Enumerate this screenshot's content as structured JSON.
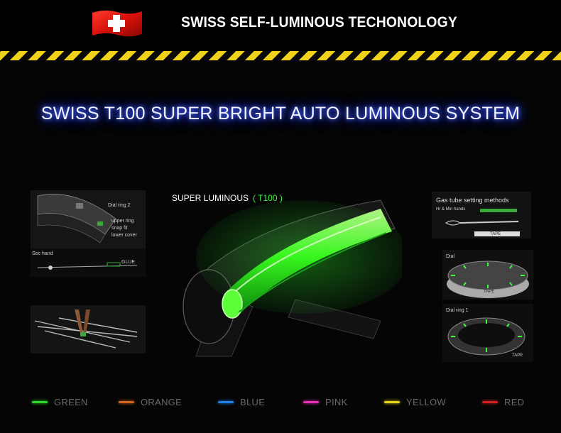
{
  "header": {
    "title": "SWISS SELF-LUMINOUS TECHONOLOGY"
  },
  "banner": {
    "title": "SWISS T100 SUPER BRIGHT AUTO LUMINOUS SYSTEM"
  },
  "center": {
    "caption": "SUPER LUMINOUS",
    "tag": "( T100 )"
  },
  "left_panel_1": {
    "dial_ring": "Dial ring 2",
    "upper_ring": "upper ring",
    "snap_fit": "snap fit",
    "lower_cover": "lower cover"
  },
  "left_panel_2": {
    "sec_hand": "Sec hand",
    "glue": "GLUE"
  },
  "right_panel_1": {
    "title": "Gas tube setting methods",
    "hands": "Hr & Min hands",
    "tape": "TAPE"
  },
  "right_panel_2": {
    "dial": "Dial",
    "tape": "TAPE"
  },
  "right_panel_3": {
    "dial_ring": "Dial ring 1",
    "tape": "TAPE"
  },
  "legend": [
    {
      "label": "GREEN",
      "color": "#2bd62b"
    },
    {
      "label": "ORANGE",
      "color": "#d2641e"
    },
    {
      "label": "BLUE",
      "color": "#1e7fe6"
    },
    {
      "label": "PINK",
      "color": "#e62fb4"
    },
    {
      "label": "YELLOW",
      "color": "#e2d21c"
    },
    {
      "label": "RED",
      "color": "#d21e1e"
    }
  ],
  "icons": {
    "flag": "swiss-flag-icon"
  }
}
